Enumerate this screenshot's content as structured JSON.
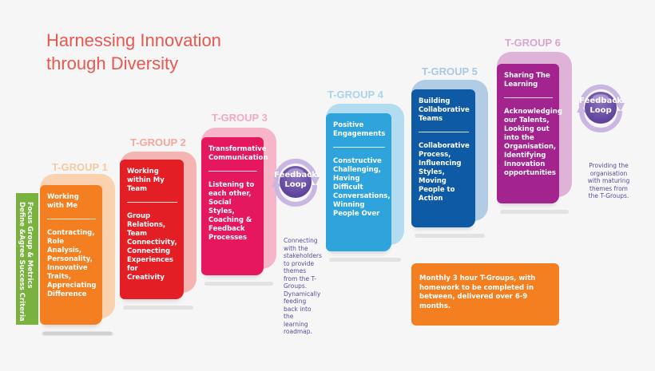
{
  "title": {
    "line1": "Harnessing Innovation",
    "line2": "through Diversity"
  },
  "sidebar_text": {
    "line1": "Define &Agree Success Criteria",
    "line2": "Focus Group & Metrics"
  },
  "groups": [
    {
      "label": "T-GROUP 1",
      "heading": "Working with Me",
      "body": "Contracting, Role Analysis, Personality, Innovative Traits, Appreciating Difference",
      "color": "#f47f20",
      "light": "#fad2b0",
      "label_color": "#f7c9a3"
    },
    {
      "label": "T-GROUP 2",
      "heading": "Working within My Team",
      "body": "Group Relations, Team Connectivity, Connecting Experiences for Creativity",
      "color": "#e31e24",
      "light": "#f5b3b2",
      "label_color": "#f2a89e"
    },
    {
      "label": "T-GROUP 3",
      "heading": "Transformative Communication",
      "body": "Listening to each other, Social Styles, Coaching & Feedback Processes",
      "color": "#e5175f",
      "light": "#f7b5c9",
      "label_color": "#f5a9c0"
    },
    {
      "label": "T-GROUP 4",
      "heading": "Positive Engagements",
      "body": "Constructive Challenging, Having Difficult Conversations, Winning People Over",
      "color": "#2ea3dc",
      "light": "#b3dcf0",
      "label_color": "#a8d4ec"
    },
    {
      "label": "T-GROUP 5",
      "heading": "Building Collaborative Teams",
      "body": "Collaborative Process, Influencing Styles, Moving People to Action",
      "color": "#0f5aa4",
      "light": "#b0cde5",
      "label_color": "#a9c8e2"
    },
    {
      "label": "T-GROUP 6",
      "heading": "Sharing The Learning",
      "body": "Acknowledging our Talents, Looking out into the Organisation, Identifying Innovation opportunities",
      "color": "#a3238f",
      "light": "#dfb3d8",
      "label_color": "#d9a5cf"
    }
  ],
  "feedback_loops": [
    {
      "label": "Feedback Loop",
      "note": "Connecting with the stakeholders to provide themes from the T-Groups. Dynamically feeding back into the learning roadmap."
    },
    {
      "label": "Feedback Loop",
      "note": "Providing the organisation with maturing themes from the T-Groups."
    }
  ],
  "summary": "Monthly  3 hour T-Groups, with homework to be completed in between, delivered over 6-9 months."
}
